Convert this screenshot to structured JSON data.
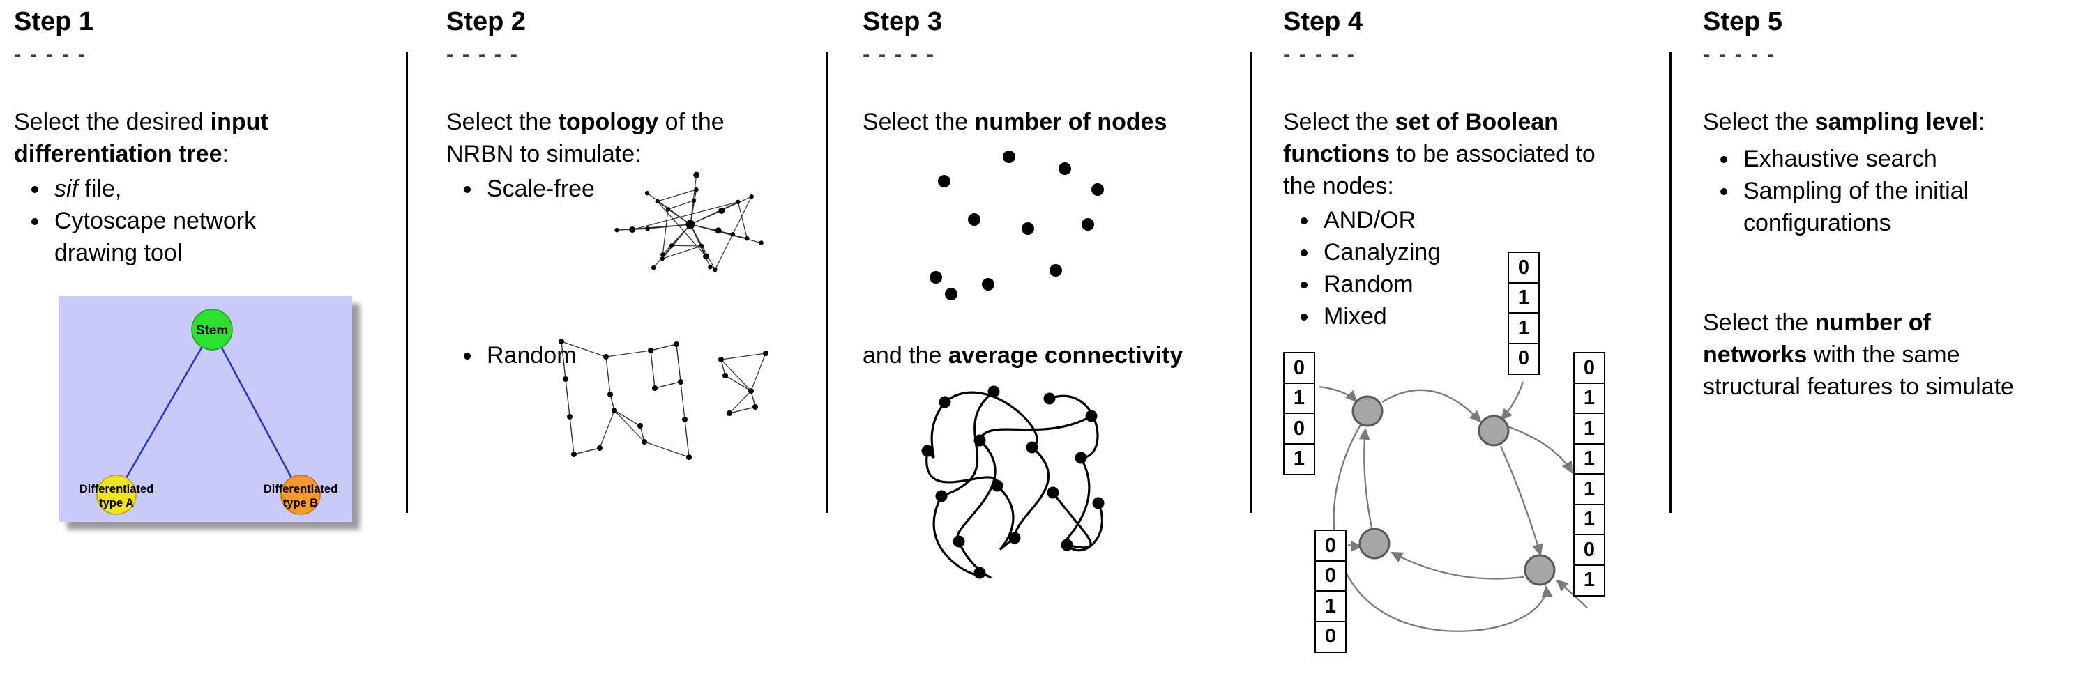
{
  "figure": {
    "steps": {
      "s1": {
        "title": "Step 1",
        "dashes": "- - - - -",
        "intro": {
          "a": "Select the desired ",
          "b": "input differentiation tree",
          "c": ":"
        },
        "bullet1_italic": "sif",
        "bullet1_rest": " file,",
        "bullet2": "Cytoscape network drawing tool",
        "tree": {
          "stem_label": "Stem",
          "typeA_line1": "Differentiated",
          "typeA_line2": "type A",
          "typeB_line1": "Differentiated",
          "typeB_line2": "type B"
        }
      },
      "s2": {
        "title": "Step 2",
        "dashes": "- - - - -",
        "intro": {
          "a": "Select the ",
          "b": "topology",
          "c": " of the NRBN to simulate:"
        },
        "bullet1": "Scale-free",
        "bullet2": "Random"
      },
      "s3": {
        "title": "Step 3",
        "dashes": "- - - - -",
        "intro": {
          "a": "Select the ",
          "b": "number of nodes"
        },
        "mid": {
          "a": "and the ",
          "b": "average connectivity"
        }
      },
      "s4": {
        "title": "Step 4",
        "dashes": "- - - - -",
        "intro": {
          "a": "Select the ",
          "b": "set of Boolean functions",
          "c": " to be associated to the nodes:"
        },
        "bullets": [
          "AND/OR",
          "Canalyzing",
          "Random",
          "Mixed"
        ],
        "tables": {
          "left": [
            "0",
            "1",
            "0",
            "1"
          ],
          "top": [
            "0",
            "1",
            "1",
            "0"
          ],
          "bottom": [
            "0",
            "0",
            "1",
            "0"
          ],
          "right": [
            "0",
            "1",
            "1",
            "1",
            "1",
            "1",
            "0",
            "1"
          ]
        }
      },
      "s5": {
        "title": "Step 5",
        "dashes": "- - - - -",
        "intro": {
          "a": "Select the ",
          "b": "sampling level",
          "c": ":"
        },
        "bullet1": "Exhaustive search",
        "bullet2": "Sampling of the initial configurations",
        "para2": {
          "a": "Select the ",
          "b": "number of networks",
          "c": " with the same structural features to simulate"
        }
      }
    },
    "colors": {
      "tree_bg": "#c9c9fb",
      "stem_fill": "#2ee02e",
      "typeA_fill": "#f0e41e",
      "typeB_fill": "#f59a2d",
      "tree_edge": "#2233cc"
    }
  }
}
